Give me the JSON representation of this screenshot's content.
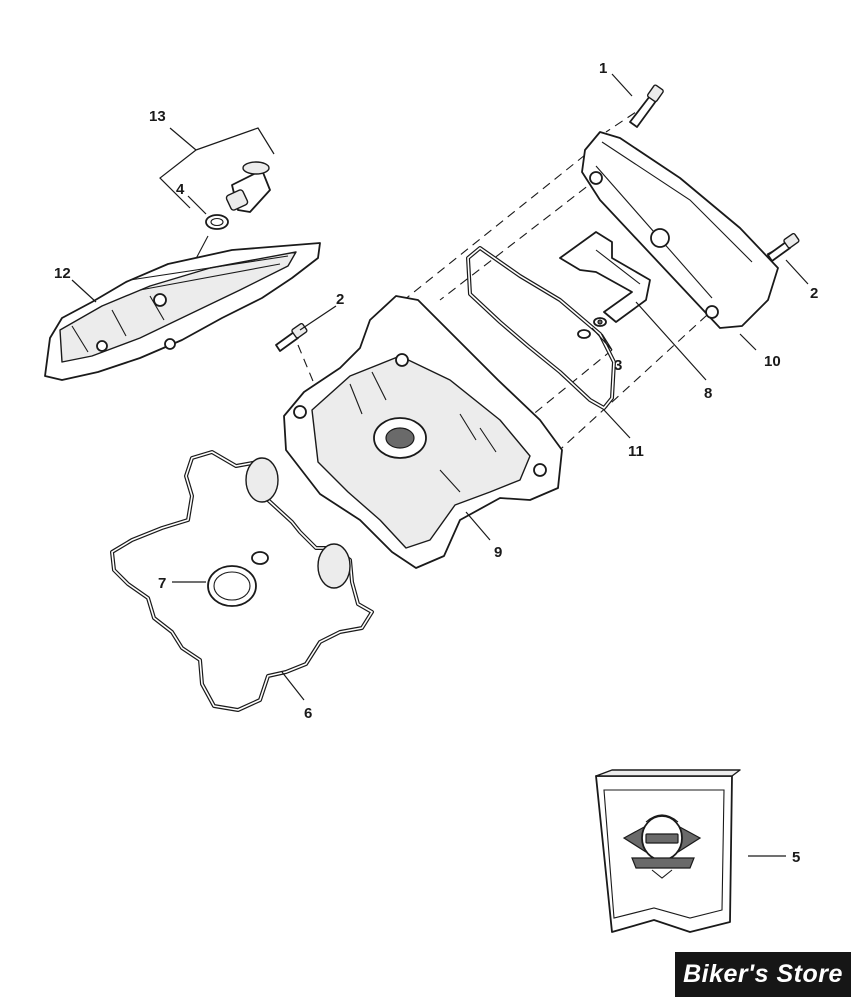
{
  "callouts": [
    {
      "id": "1",
      "text": "1"
    },
    {
      "id": "2a",
      "text": "2"
    },
    {
      "id": "2b",
      "text": "2"
    },
    {
      "id": "3",
      "text": "3"
    },
    {
      "id": "4",
      "text": "4"
    },
    {
      "id": "5",
      "text": "5"
    },
    {
      "id": "6",
      "text": "6"
    },
    {
      "id": "7",
      "text": "7"
    },
    {
      "id": "8",
      "text": "8"
    },
    {
      "id": "9",
      "text": "9"
    },
    {
      "id": "10",
      "text": "10"
    },
    {
      "id": "11",
      "text": "11"
    },
    {
      "id": "12",
      "text": "12"
    },
    {
      "id": "13",
      "text": "13"
    }
  ],
  "watermark": "Biker's Store",
  "colors": {
    "line": "#1a1a1a",
    "watermark_bg": "#161616",
    "shade": "#ececec"
  }
}
